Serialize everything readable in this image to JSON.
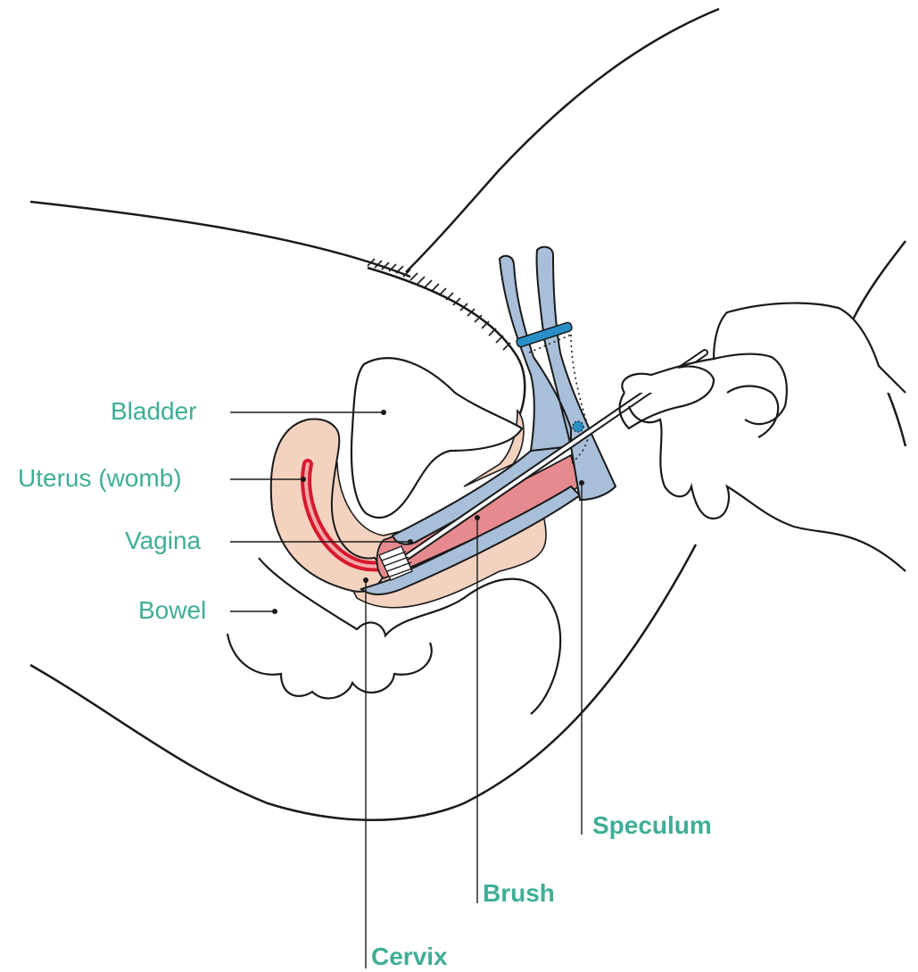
{
  "labels": {
    "bladder": "Bladder",
    "uterus": "Uterus (womb)",
    "vagina": "Vagina",
    "bowel": "Bowel",
    "speculum": "Speculum",
    "brush": "Brush",
    "cervix": "Cervix"
  },
  "colors": {
    "label_text": "#3fae97",
    "outline": "#1a1a1a",
    "speculum_fill": "#a7bfd9",
    "tissue_fill": "#f4d2c0",
    "vagina_fill": "#e78a8f",
    "uterus_lining": "#d7192f",
    "screw_accent": "#2a8fc7"
  }
}
